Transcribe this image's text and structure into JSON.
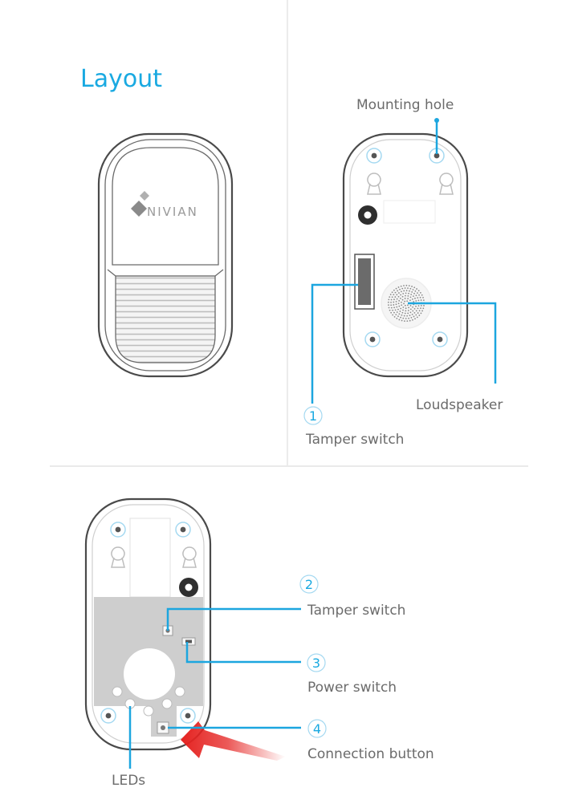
{
  "title": "Layout",
  "brand": "NIVIAN",
  "labels": {
    "mounting_hole": "Mounting hole",
    "loudspeaker": "Loudspeaker",
    "tamper_switch_1": "Tamper switch",
    "tamper_switch_2": "Tamper switch",
    "power_switch": "Power switch",
    "connection_button": "Connection button",
    "leds": "LEDs"
  },
  "numbers": {
    "n1": "1",
    "n2": "2",
    "n3": "3",
    "n4": "4"
  },
  "colors": {
    "accent": "#19a9e1",
    "outline": "#4a4a4a",
    "arrow": "#e52321"
  }
}
